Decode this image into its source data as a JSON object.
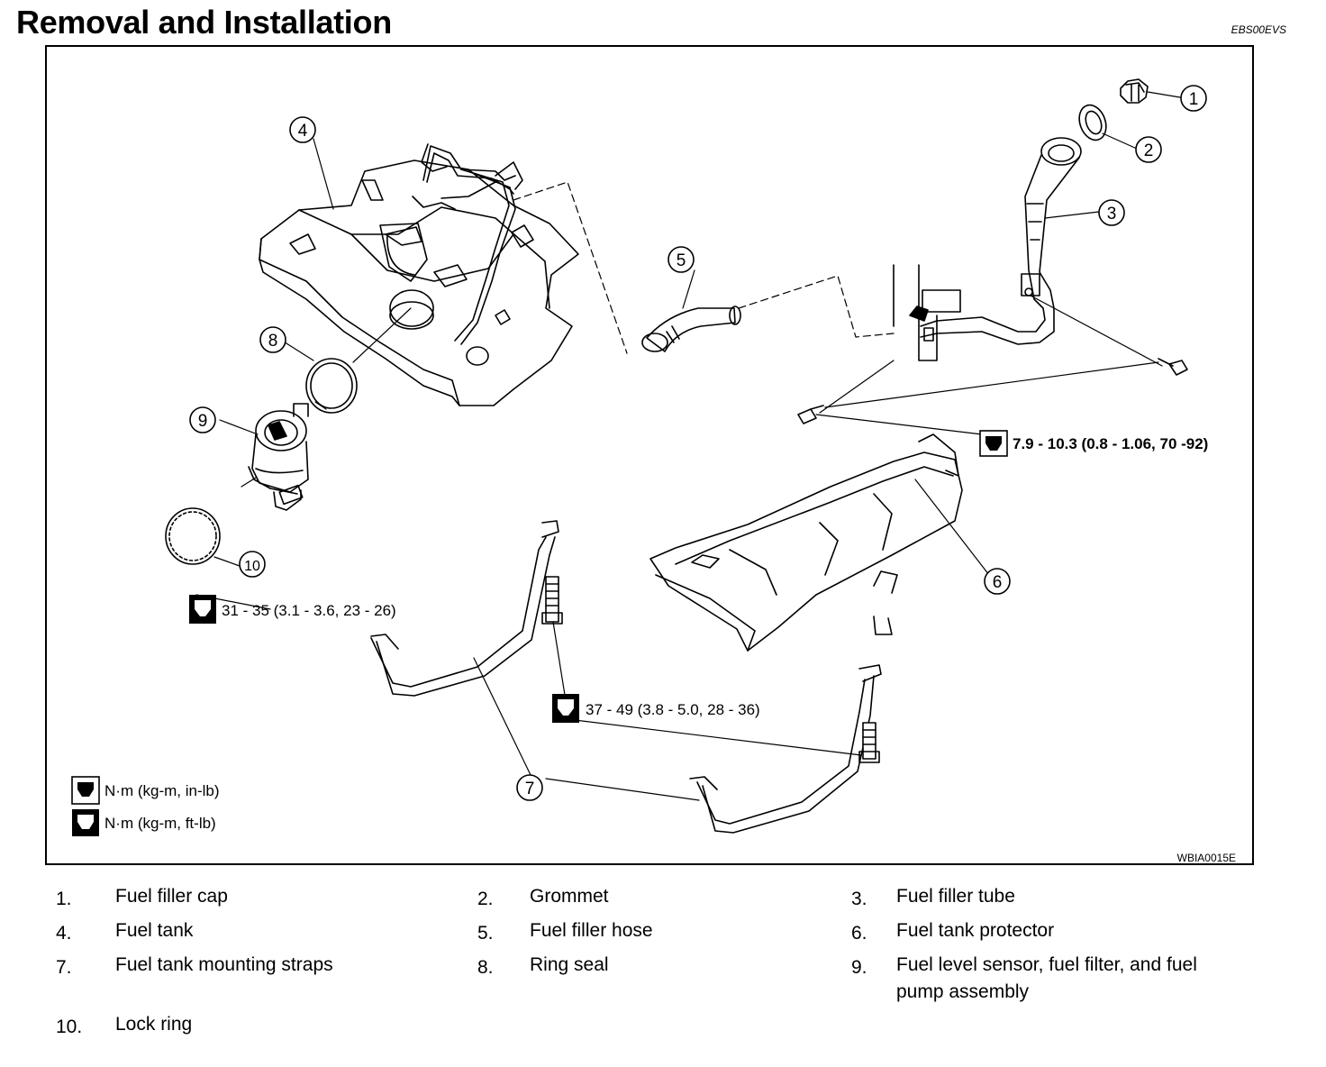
{
  "header": {
    "title": "Removal and Installation",
    "doc_id": "EBS00EVS"
  },
  "diagram": {
    "figure_id": "WBIA0015E",
    "callouts": [
      "1",
      "2",
      "3",
      "4",
      "5",
      "6",
      "7",
      "8",
      "9",
      "10"
    ],
    "torque_labels": {
      "filler_bolts": "7.9 - 10.3 (0.8 - 1.06, 70 -92)",
      "lock_ring": "31 - 35 (3.1 - 3.6, 23 - 26)",
      "strap_bolts": "37 - 49 (3.8 - 5.0, 28 - 36)"
    },
    "units": {
      "in_lb": "N·m (kg-m, in-lb)",
      "ft_lb": "N·m (kg-m, ft-lb)"
    }
  },
  "legend": [
    {
      "num": "1.",
      "text": "Fuel filler cap"
    },
    {
      "num": "2.",
      "text": "Grommet"
    },
    {
      "num": "3.",
      "text": "Fuel filler tube"
    },
    {
      "num": "4.",
      "text": "Fuel tank"
    },
    {
      "num": "5.",
      "text": "Fuel filler hose"
    },
    {
      "num": "6.",
      "text": "Fuel tank protector"
    },
    {
      "num": "7.",
      "text": "Fuel tank mounting straps"
    },
    {
      "num": "8.",
      "text": "Ring seal"
    },
    {
      "num": "9.",
      "text": "Fuel level sensor, fuel filter, and fuel",
      "text2": "pump assembly"
    },
    {
      "num": "10.",
      "text": "Lock ring"
    }
  ]
}
